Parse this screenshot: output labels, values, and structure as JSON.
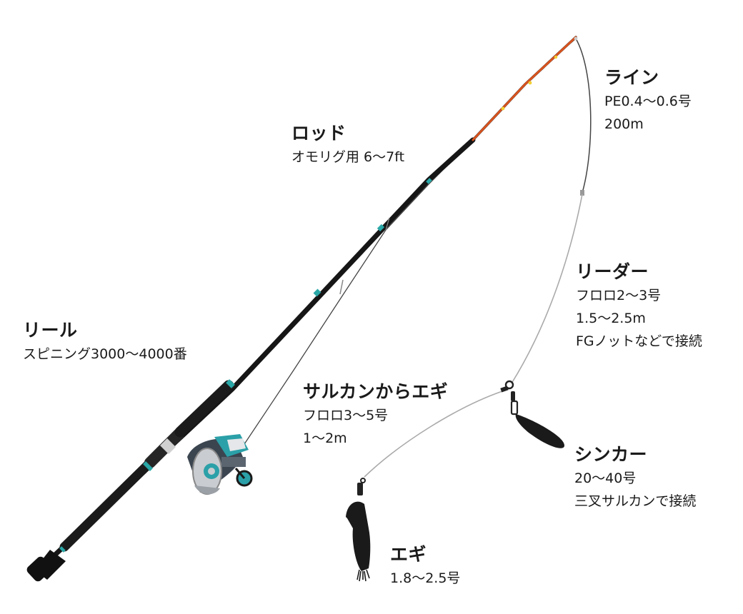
{
  "labels": {
    "line": {
      "title": "ライン",
      "lines": [
        "PE0.4～0.6号",
        "200m"
      ]
    },
    "rod": {
      "title": "ロッド",
      "lines": [
        "オモリグ用 6～7ft"
      ]
    },
    "leader": {
      "title": "リーダー",
      "lines": [
        "フロロ2～3号",
        "1.5～2.5m",
        "FGノットなどで接続"
      ]
    },
    "reel": {
      "title": "リール",
      "lines": [
        "スピニング3000～4000番"
      ]
    },
    "swivel_to_egi": {
      "title": "サルカンからエギ",
      "lines": [
        "フロロ3～5号",
        "1～2m"
      ]
    },
    "sinker": {
      "title": "シンカー",
      "lines": [
        "20～40号",
        "三叉サルカンで接続"
      ]
    },
    "egi": {
      "title": "エギ",
      "lines": [
        "1.8～2.5号"
      ]
    }
  },
  "colors": {
    "rod_blank": "#161616",
    "rod_tip": "#d9531e",
    "guide_wrap": "#2aa7a7",
    "line_main": "#444444",
    "leader": "#aaaaaa",
    "reel_accent": "#2ba0a8",
    "reel_body": "#3b4550",
    "reel_spool": "#c9ccd0",
    "sinker": "#1a1a1a",
    "egi": "#1a1a1a"
  }
}
